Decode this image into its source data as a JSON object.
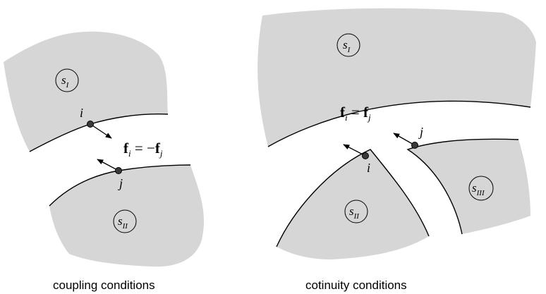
{
  "left_panel": {
    "caption": "coupling conditions",
    "region_top_label": {
      "letter": "s",
      "sub": "I"
    },
    "region_bottom_label": {
      "letter": "s",
      "sub": "II"
    },
    "node_i": "i",
    "node_j": "j",
    "equation": {
      "lhs_vec": "f",
      "lhs_sub": "i",
      "op": " = −",
      "rhs_vec": "f",
      "rhs_sub": "j"
    }
  },
  "right_panel": {
    "caption": "cotinuity conditions",
    "region_top_label": {
      "letter": "s",
      "sub": "I"
    },
    "region_left_label": {
      "letter": "s",
      "sub": "II"
    },
    "region_right_label": {
      "letter": "s",
      "sub": "III"
    },
    "node_i": "i",
    "node_j": "j",
    "equation": {
      "lhs_vec": "f",
      "lhs_sub": "i",
      "op": " = ",
      "rhs_vec": "f",
      "rhs_sub": "j"
    }
  },
  "colors": {
    "region_fill": "#d6d6d6",
    "line": "#000000",
    "node": "#3a3a3a"
  }
}
